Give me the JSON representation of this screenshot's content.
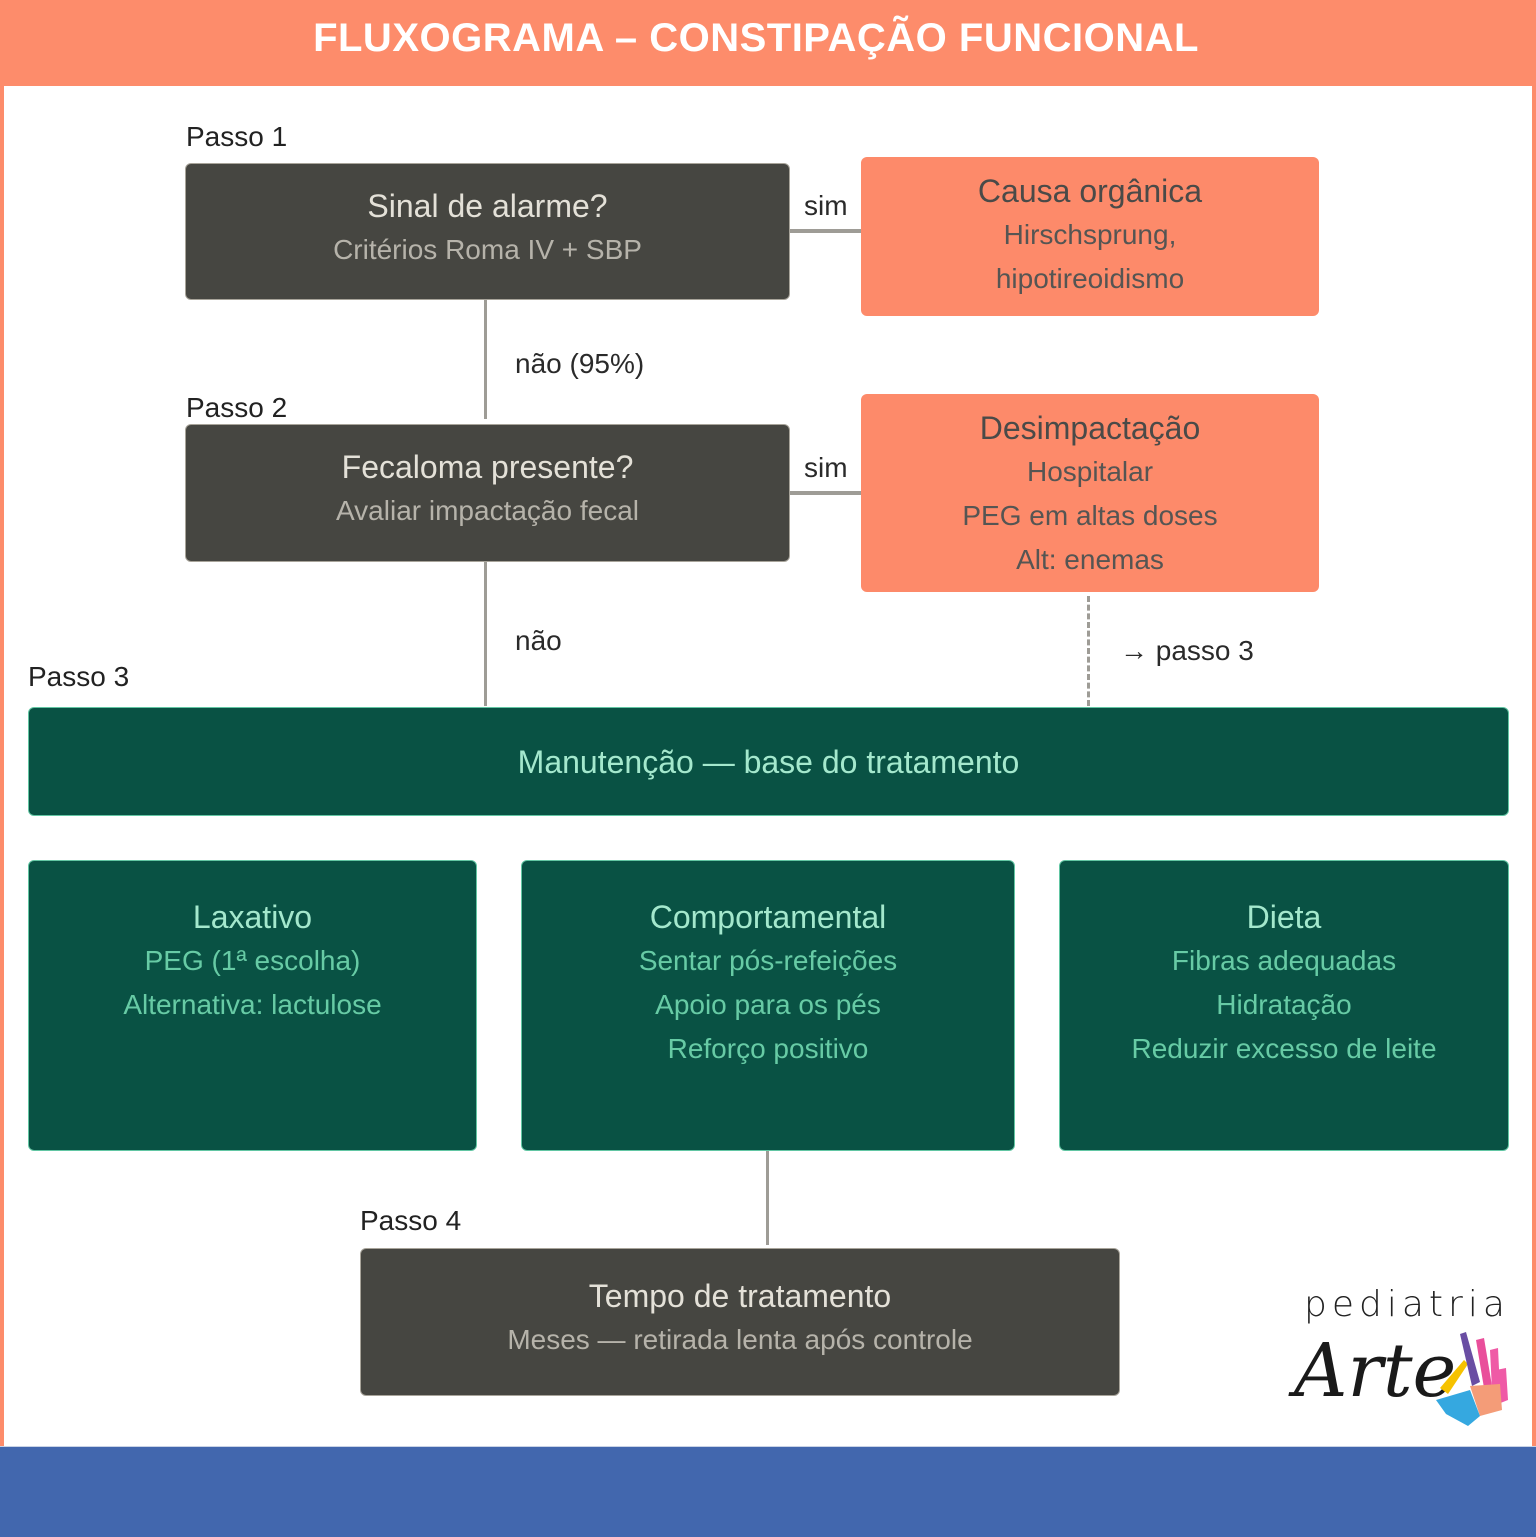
{
  "header": {
    "title": "FLUXOGRAMA – CONSTIPAÇÃO FUNCIONAL"
  },
  "colors": {
    "header_bg": "#fd8c6b",
    "decision_box": "#464641",
    "action_box": "#fd8a6a",
    "maintenance_box": "#095244",
    "maintenance_text": "#a4e8cd",
    "footer_bg": "#4267ae"
  },
  "steps": {
    "step1": {
      "label": "Passo 1",
      "title": "Sinal de alarme?",
      "subtitle": "Critérios Roma IV + SBP"
    },
    "step2": {
      "label": "Passo 2",
      "title": "Fecaloma presente?",
      "subtitle": "Avaliar impactação fecal"
    },
    "step3": {
      "label": "Passo 3",
      "title": "Manutenção — base do tratamento"
    },
    "step4": {
      "label": "Passo 4",
      "title": "Tempo de tratamento",
      "subtitle": "Meses — retirada lenta após controle"
    }
  },
  "branches": {
    "organic": {
      "title": "Causa orgânica",
      "lines": [
        "Hirschsprung,",
        "hipotireoidismo"
      ]
    },
    "disimpaction": {
      "title": "Desimpactação",
      "lines": [
        "Hospitalar",
        "PEG em altas doses",
        "Alt: enemas"
      ]
    }
  },
  "edges": {
    "step1_yes": "sim",
    "step1_no": "não (95%)",
    "step2_yes": "sim",
    "step2_no": "não",
    "disimpaction_next": "→ passo 3"
  },
  "pillars": [
    {
      "title": "Laxativo",
      "lines": [
        "PEG (1ª escolha)",
        "Alternativa: lactulose"
      ]
    },
    {
      "title": "Comportamental",
      "lines": [
        "Sentar pós-refeições",
        "Apoio para os pés",
        "Reforço positivo"
      ]
    },
    {
      "title": "Dieta",
      "lines": [
        "Fibras adequadas",
        "Hidratação",
        "Reduzir excesso de leite"
      ]
    }
  ],
  "logo": {
    "word": "pediatria",
    "script": "Arte"
  }
}
